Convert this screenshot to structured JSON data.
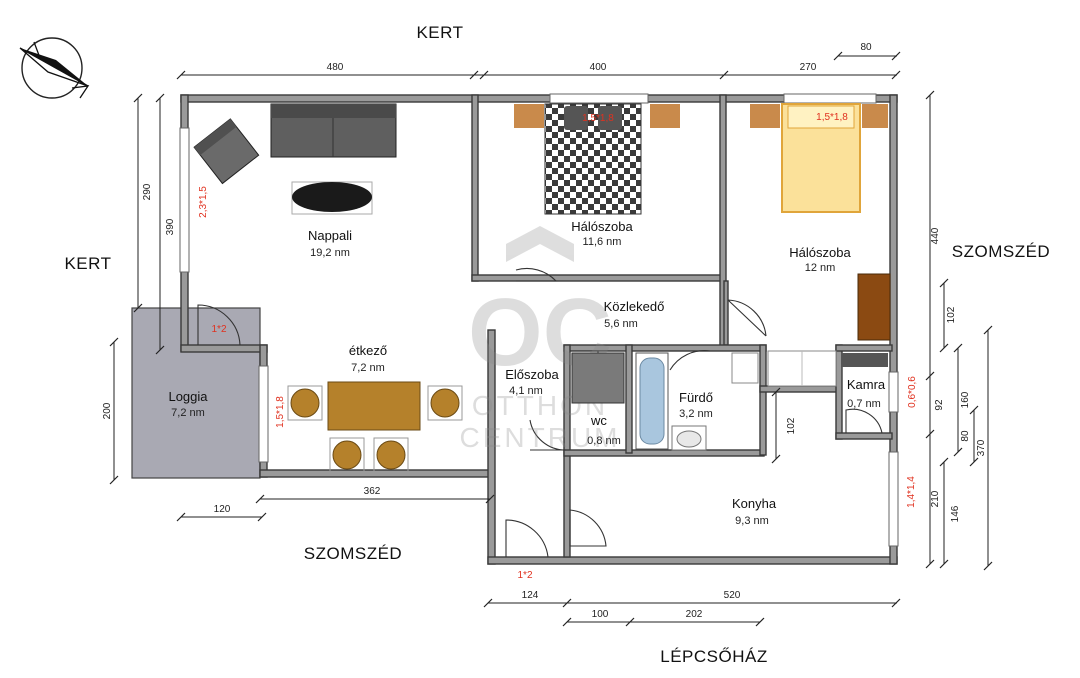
{
  "surroundings": {
    "kert_top": "KERT",
    "kert_left": "KERT",
    "szomszed_right": "SZOMSZÉD",
    "szomszed_bottom": "SZOMSZÉD",
    "lepcsohaz": "LÉPCSŐHÁZ"
  },
  "rooms": {
    "nappali": {
      "name": "Nappali",
      "area": "19,2 nm"
    },
    "halo1": {
      "name": "Hálószoba",
      "area": "11,6 nm"
    },
    "halo2": {
      "name": "Hálószoba",
      "area": "12 nm"
    },
    "kozlekedo": {
      "name": "Közlekedő",
      "area": "5,6 nm"
    },
    "etkezo": {
      "name": "étkező",
      "area": "7,2 nm"
    },
    "eloszoba": {
      "name": "Előszoba",
      "area": "4,1 nm"
    },
    "furdo": {
      "name": "Fürdő",
      "area": "3,2 nm"
    },
    "wc": {
      "name": "wc",
      "area": "0,8 nm"
    },
    "kamra": {
      "name": "Kamra",
      "area": "0,7 nm"
    },
    "konyha": {
      "name": "Konyha",
      "area": "9,3 nm"
    },
    "loggia": {
      "name": "Loggia",
      "area": "7,2 nm"
    }
  },
  "openings": {
    "nappali_window": "2,3*1,5",
    "halo1_window": "1,5*1,8",
    "halo2_window": "1,5*1,8",
    "loggia_door": "1*2",
    "etkezo_window": "1,5*1,8",
    "kamra_window": "0,6*0,6",
    "konyha_window": "1,4*1,4",
    "entrance_door": "1*2"
  },
  "dimensions": {
    "top_480": "480",
    "top_400": "400",
    "top_270": "270",
    "top_80": "80",
    "left_290": "290",
    "left_390": "390",
    "left_200": "200",
    "bottom_120": "120",
    "bottom_362": "362",
    "bottom_124": "124",
    "bottom_520": "520",
    "bottom_100": "100",
    "bottom_202": "202",
    "right_440": "440",
    "right_102": "102",
    "right_92": "92",
    "right_160": "160",
    "right_80": "80",
    "right_370": "370",
    "right_210": "210",
    "right_146": "146",
    "inner_102": "102"
  },
  "watermark": {
    "mark": "OC",
    "line1": "OTTHON",
    "line2": "CENTRUM"
  },
  "colors": {
    "wall": "#9a9a9a",
    "loggia": "#a9a9b3",
    "window_label": "#e0311f",
    "sofa": "#5f5f5f",
    "table": "#b5812b",
    "bed2": "#fbe19a",
    "wardrobe": "#8b4a12",
    "nightstand": "#c98a4b",
    "tub": "#a9c6de"
  }
}
